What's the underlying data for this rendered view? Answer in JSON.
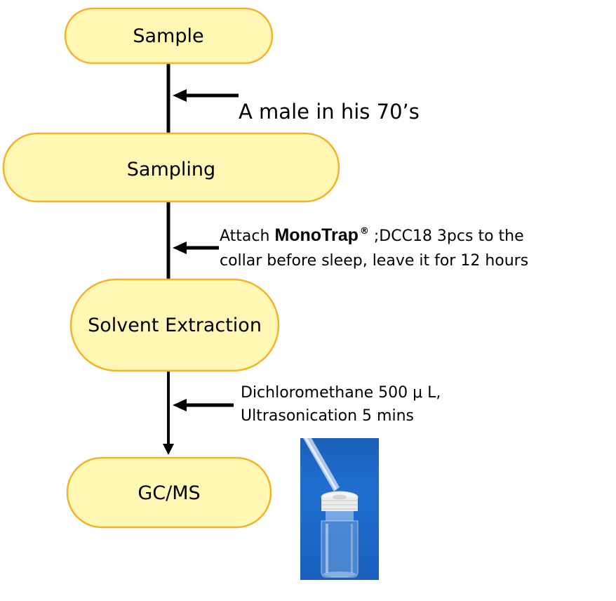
{
  "nodes": [
    {
      "id": "sample",
      "label": "Sample"
    },
    {
      "id": "sampling",
      "label": "Sampling"
    },
    {
      "id": "extraction",
      "label": "Solvent Extraction"
    },
    {
      "id": "gcms",
      "label": "GC/MS"
    }
  ],
  "notes": {
    "subject": "A male in his 70’s",
    "sampling_prefix": "Attach ",
    "sampling_brand": "MonoTrap",
    "sampling_reg": "®",
    "sampling_line1_rest": " ;DCC18  3pcs to the",
    "sampling_line2": "collar before sleep, leave it for 12 hours",
    "extraction_line1": "Dichloromethane  500 μ L,",
    "extraction_line2": "Ultrasonication 5 mins"
  },
  "colors": {
    "node_fill": "#fff7b3",
    "node_stroke": "#f2b32a",
    "line": "#000000",
    "photo_background": "#1f6fd0"
  }
}
